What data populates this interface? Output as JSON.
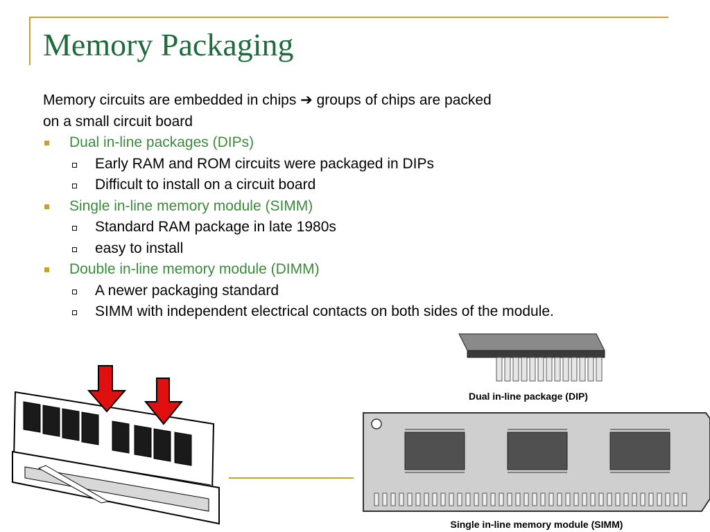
{
  "slide": {
    "title": "Memory Packaging",
    "intro_line1": "Memory circuits are embedded in chips ➔ groups of chips are packed",
    "intro_line2": "on a small circuit board",
    "items": [
      {
        "label": "Dual in-line packages (DIPs)",
        "sub": [
          "Early RAM and ROM circuits were packaged in DIPs",
          "Difficult to install on a circuit board"
        ]
      },
      {
        "label": "Single in-line memory module (SIMM)",
        "sub": [
          "Standard RAM package in late 1980s",
          "easy to install"
        ]
      },
      {
        "label": "Double in-line memory module (DIMM)",
        "sub": [
          "A newer packaging standard",
          "SIMM with independent electrical contacts on both sides of the module."
        ]
      }
    ]
  },
  "figures": {
    "dip_caption": "Dual in-line package (DIP)",
    "simm_caption": "Single in-line memory module (SIMM)"
  },
  "colors": {
    "title": "#1e6b3c",
    "bullet_text": "#3a8a3a",
    "accent": "#c8a02a",
    "arrow": "#e01010"
  }
}
